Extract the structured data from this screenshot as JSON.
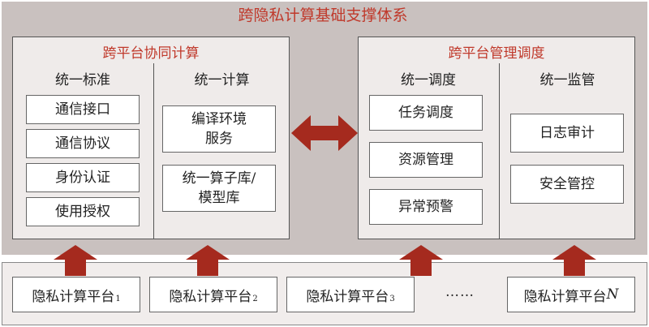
{
  "title": "跨隐私计算基础支撑体系",
  "left_panel": {
    "title": "跨平台协同计算",
    "columns": [
      {
        "title": "统一标准",
        "items": [
          "通信接口",
          "通信协议",
          "身份认证",
          "使用授权"
        ]
      },
      {
        "title": "统一计算",
        "items": [
          "编译环境\n服务",
          "统一算子库/\n模型库"
        ]
      }
    ]
  },
  "right_panel": {
    "title": "跨平台管理调度",
    "columns": [
      {
        "title": "统一调度",
        "items": [
          "任务调度",
          "资源管理",
          "异常预警"
        ]
      },
      {
        "title": "统一监管",
        "items": [
          "日志审计",
          "安全管控"
        ]
      }
    ]
  },
  "platforms": [
    {
      "label": "隐私计算平台",
      "sub": "1"
    },
    {
      "label": "隐私计算平台",
      "sub": "2"
    },
    {
      "label": "隐私计算平台",
      "sub": "3"
    },
    {
      "label": "隐私计算平台",
      "sub": "N"
    }
  ],
  "ellipsis": "……",
  "colors": {
    "accent": "#c0392b",
    "arrow": "#a52a1e",
    "panel": "#c9c1bf",
    "subpanel": "#efebea"
  }
}
